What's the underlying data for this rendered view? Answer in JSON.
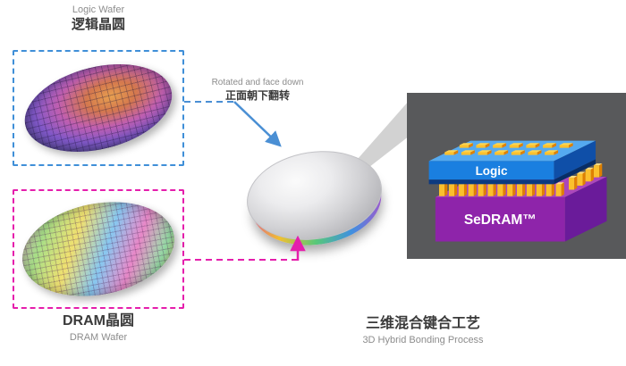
{
  "labels": {
    "logic_wafer_en": "Logic Wafer",
    "logic_wafer_zh": "逻辑晶圆",
    "rotate_note_en": "Rotated and face down",
    "rotate_note_zh": "正面朝下翻转",
    "dram_wafer_zh": "DRAM晶圆",
    "dram_wafer_en": "DRAM Wafer",
    "process_title_zh": "三维混合键合工艺",
    "process_title_en": "3D Hybrid Bonding Process"
  },
  "chip_stack": {
    "logic_label": "Logic",
    "sedram_label": "SeDRAM™"
  },
  "colors": {
    "logic_box_border": "#3f8fd8",
    "dram_box_border": "#e51eac",
    "panel_background": "#58595b",
    "logic_chip_front": "#1a7fe0",
    "logic_chip_top": "#55aaf0",
    "logic_chip_side": "#0f4fa8",
    "bond_layer": "#0c3a80",
    "sedram_chip_front": "#8e24aa",
    "sedram_chip_top": "#ab47bc",
    "sedram_chip_side": "#6a1b9a",
    "bump_yellow": "#fbc02d",
    "arrow_blue": "#4a8fd4",
    "arrow_magenta": "#e51eac"
  }
}
